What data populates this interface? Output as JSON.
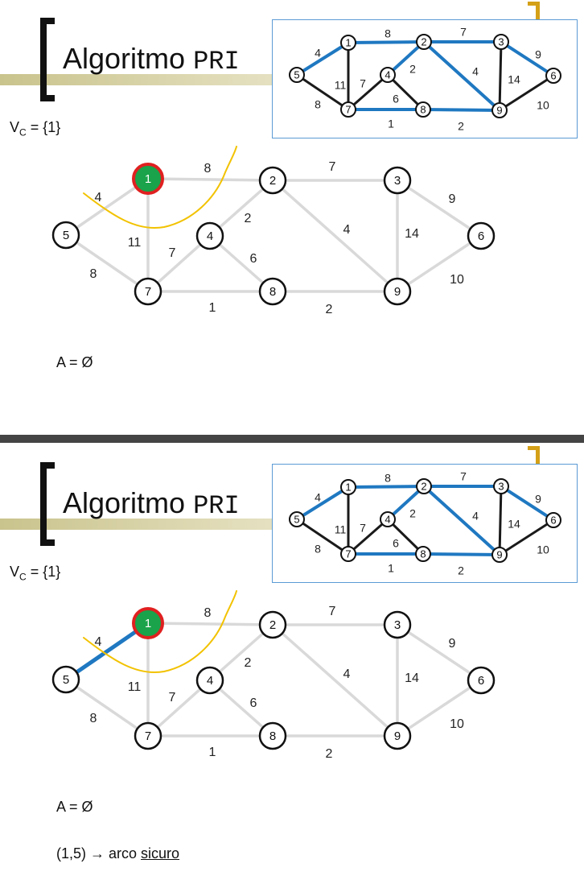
{
  "slides": [
    {
      "title_word": "Algoritmo",
      "title_code": "PRI",
      "vc_label": "V",
      "vc_sub": "C",
      "vc_value": "= {1}",
      "a_label": "A = Ø",
      "current_node": "1",
      "highlight_edge": null
    },
    {
      "title_word": "Algoritmo",
      "title_code": "PRI",
      "vc_label": "V",
      "vc_sub": "C",
      "vc_value": "= {1}",
      "a_label": "A = Ø",
      "current_node": "1",
      "highlight_edge": "1-5",
      "safe_prefix": "(1,5) → arco ",
      "safe_word": "sicuro"
    }
  ],
  "graph": {
    "nodes": [
      "1",
      "2",
      "3",
      "4",
      "5",
      "6",
      "7",
      "8",
      "9"
    ],
    "edges": [
      {
        "a": "1",
        "b": "2",
        "w": "8"
      },
      {
        "a": "1",
        "b": "5",
        "w": "4"
      },
      {
        "a": "1",
        "b": "7",
        "w": "11"
      },
      {
        "a": "2",
        "b": "3",
        "w": "7"
      },
      {
        "a": "2",
        "b": "4",
        "w": "2"
      },
      {
        "a": "2",
        "b": "9",
        "w": "4"
      },
      {
        "a": "3",
        "b": "6",
        "w": "9"
      },
      {
        "a": "3",
        "b": "9",
        "w": "14"
      },
      {
        "a": "4",
        "b": "7",
        "w": "7"
      },
      {
        "a": "4",
        "b": "8",
        "w": "6"
      },
      {
        "a": "5",
        "b": "7",
        "w": "8"
      },
      {
        "a": "6",
        "b": "9",
        "w": "10"
      },
      {
        "a": "7",
        "b": "8",
        "w": "1"
      },
      {
        "a": "8",
        "b": "9",
        "w": "2"
      }
    ],
    "mst_edges": [
      "1-5",
      "1-2",
      "2-3",
      "2-4",
      "2-9",
      "3-6",
      "7-8",
      "8-9"
    ]
  },
  "colors": {
    "mst": "#1f78c1",
    "thumb_other": "#1a1a1a",
    "main_edge": "#d9d9d9",
    "current_fill": "#1aa34a",
    "current_ring": "#e02020",
    "cut_line": "#f2c200"
  }
}
